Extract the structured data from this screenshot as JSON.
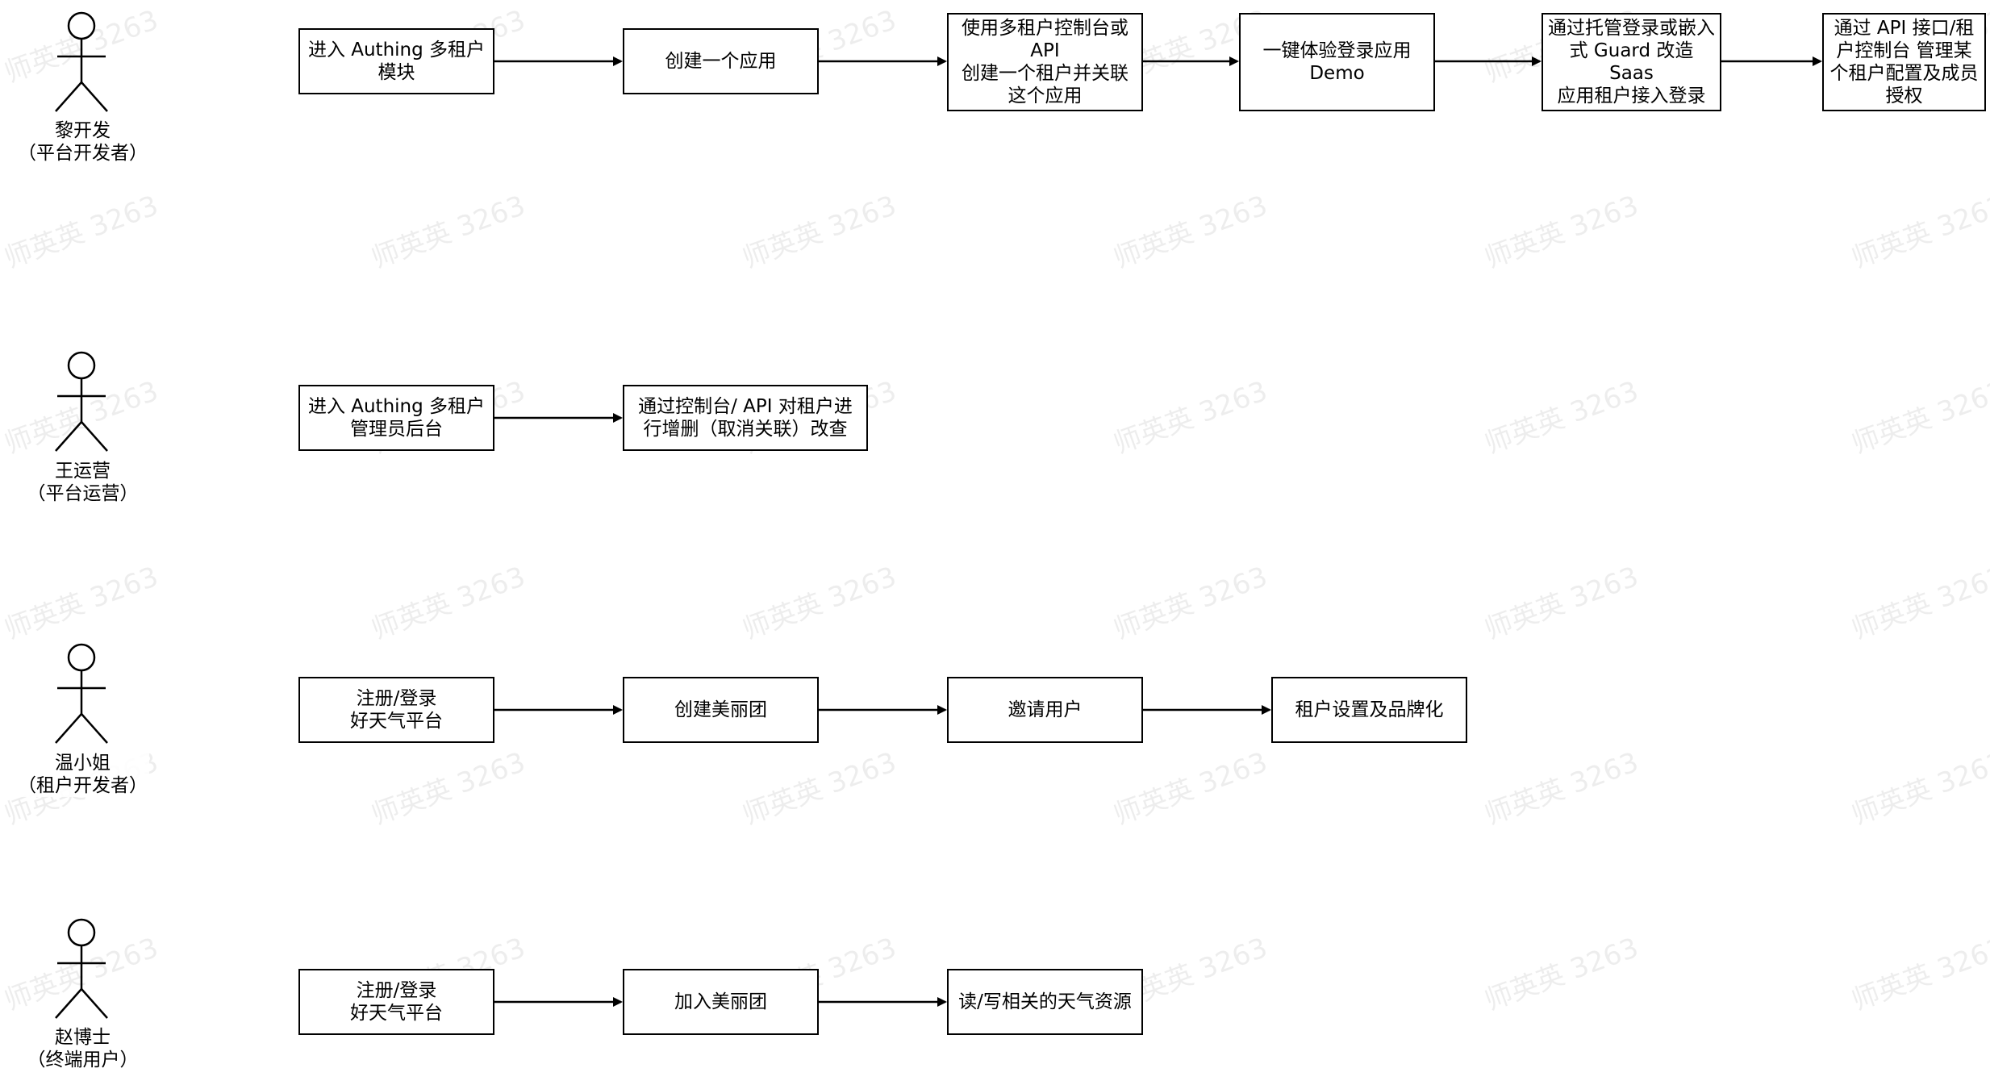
{
  "watermark": "师英英 3263",
  "actors": [
    {
      "name": "黎开发",
      "role": "（平台开发者）"
    },
    {
      "name": "王运营",
      "role": "（平台运营）"
    },
    {
      "name": "温小姐",
      "role": "（租户开发者）"
    },
    {
      "name": "赵博士",
      "role": "（终端用户）"
    }
  ],
  "lanes": [
    {
      "steps": [
        "进入 Authing 多租户\n模块",
        "创建一个应用",
        "使用多租户控制台或\nAPI\n创建一个租户并关联\n这个应用",
        "一键体验登录应用\nDemo",
        "通过托管登录或嵌入\n式 Guard 改造 Saas\n应用租户接入登录",
        "通过 API 接口/租\n户控制台 管理某\n个租户配置及成员\n授权"
      ]
    },
    {
      "steps": [
        "进入 Authing 多租户\n管理员后台",
        "通过控制台/ API 对租户进\n行增删（取消关联）改查"
      ]
    },
    {
      "steps": [
        "注册/登录\n好天气平台",
        "创建美丽团",
        "邀请用户",
        "租户设置及品牌化"
      ]
    },
    {
      "steps": [
        "注册/登录\n好天气平台",
        "加入美丽团",
        "读/写相关的天气资源"
      ]
    }
  ]
}
